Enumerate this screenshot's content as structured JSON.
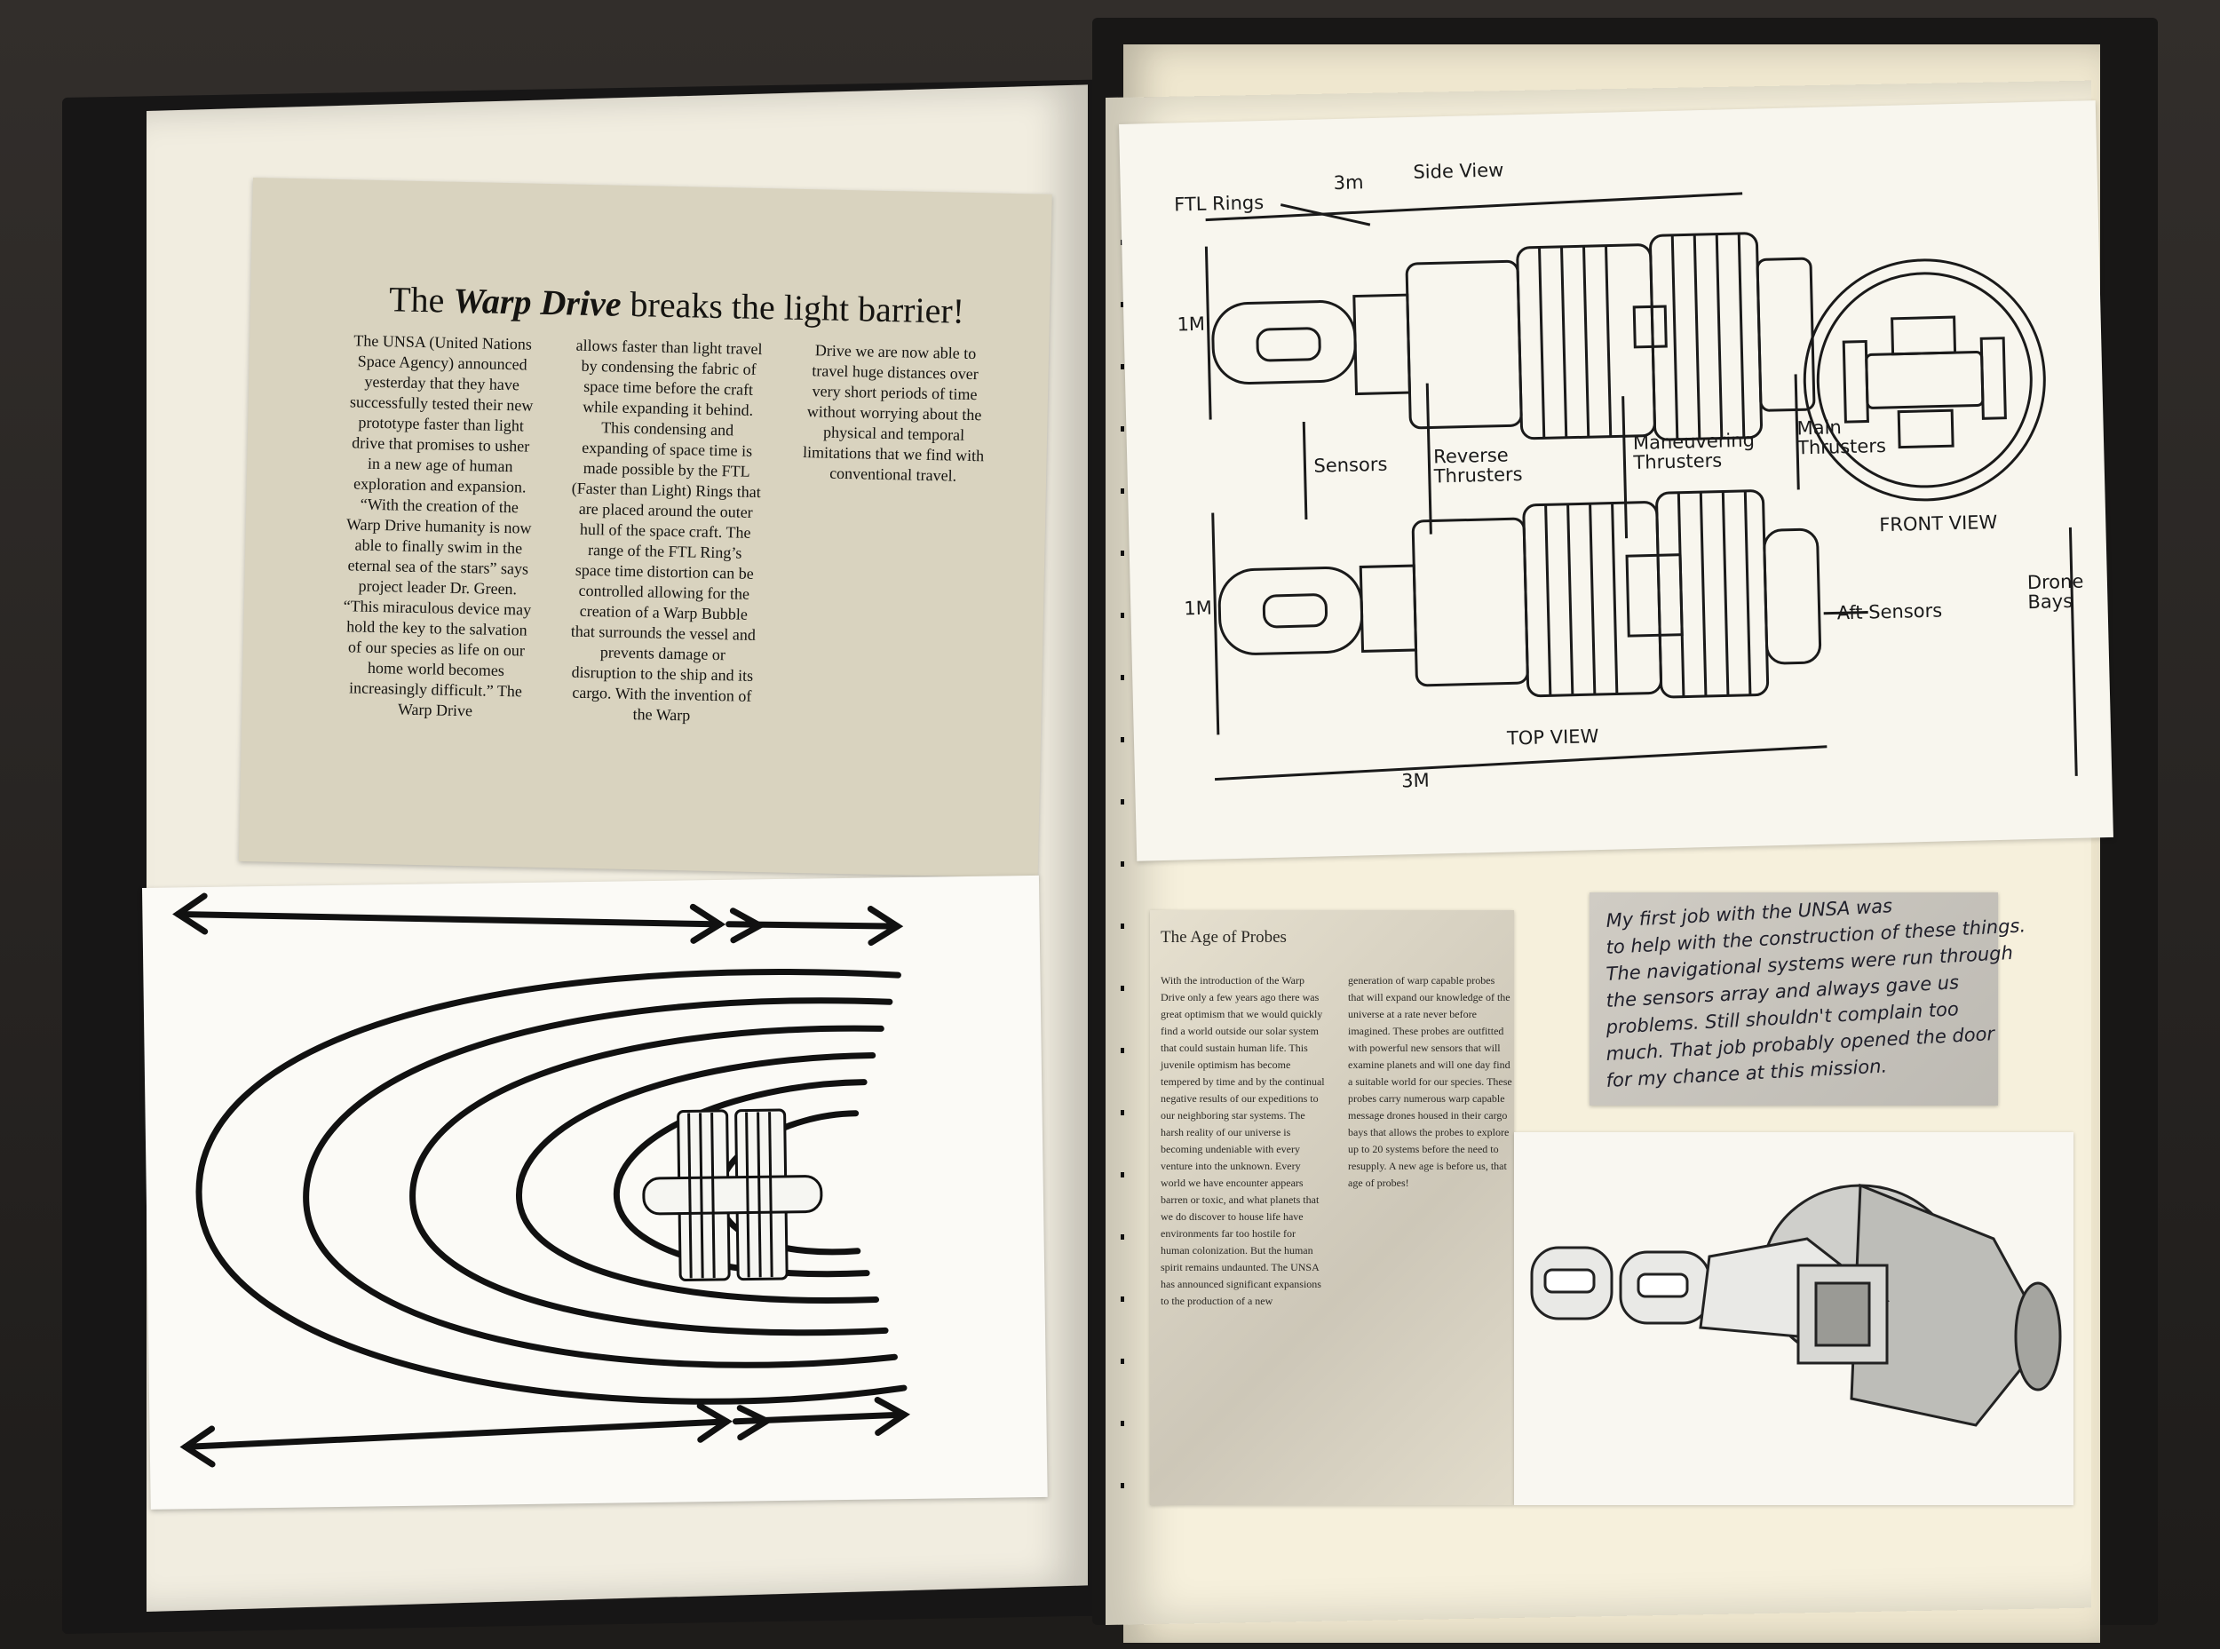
{
  "article": {
    "title_pre": "The ",
    "title_emph": "Warp Drive",
    "title_post": " breaks the light barrier!",
    "col1": "The UNSA (United Nations Space Agency) announced yesterday that they have successfully tested their new prototype faster than light drive that promises to usher in a new age of human exploration and expansion. “With the creation of the Warp Drive humanity is now able to finally swim in the eternal sea of the stars” says project leader Dr. Green. “This miraculous device may hold the key to the salvation of our species as life on our home world becomes increasingly difficult.” The Warp Drive",
    "col2": "allows faster than light travel by condensing the fabric of space time before the craft while expanding it behind. This condensing and expanding of space time is made possible by the FTL (Faster than Light) Rings that are placed around the outer hull of the space craft. The range of the FTL Ring’s space time distortion can be controlled allowing for the creation of a Warp Bubble that surrounds the vessel and prevents damage or disruption to the ship and its cargo. With the invention of the Warp",
    "col3": "Drive we are now able to travel huge distances over very short periods of time without worrying about the physical and temporal limitations that we find with conventional travel."
  },
  "blueprint": {
    "labels": {
      "side_view": "Side View",
      "top_view": "TOP VIEW",
      "front_view": "FRONT VIEW",
      "ftl_rings": "FTL Rings",
      "sensors": "Sensors",
      "reverse_thrusters": "Reverse Thrusters",
      "maneuvering_thrusters": "Maneuvering Thrusters",
      "main_thrusters": "Main Thrusters",
      "aft_sensors": "Aft Sensors",
      "drone_bays": "Drone Bays",
      "dim_3m_top": "3m",
      "dim_3m_bottom": "3M",
      "dim_1m_a": "1M",
      "dim_1m_b": "1M"
    }
  },
  "probes": {
    "title": "The Age of Probes",
    "col1": "With the introduction of the Warp Drive only a few years ago there was great optimism that we would quickly find a world outside our solar system that could sustain human life. This juvenile optimism has become tempered by time and by the continual negative results of our expeditions to our neighboring star systems. The harsh reality of our universe is becoming undeniable with every venture into the unknown. Every world we have encounter appears barren or toxic, and what planets that we do discover to house life have environments far too hostile for human colonization. But the human spirit remains undaunted. The UNSA has announced significant expansions to the production of a new",
    "col2": "generation of warp capable probes that will expand our knowledge of the universe at a rate never before imagined. These probes are outfitted with powerful new sensors that will examine planets and will one day find a suitable world for our species. These probes carry numerous warp capable message drones housed in their cargo bays that allows the probes to explore up to 20 systems before the need to resupply. A new age is before us, that age of probes!"
  },
  "note": {
    "lines": [
      "My first job with the UNSA was",
      "to help with the construction of these things.",
      "The navigational systems were run through",
      "the sensors array and always gave us",
      "problems. Still shouldn't complain too",
      "much. That job probably opened the door",
      "for my chance at this mission."
    ]
  }
}
